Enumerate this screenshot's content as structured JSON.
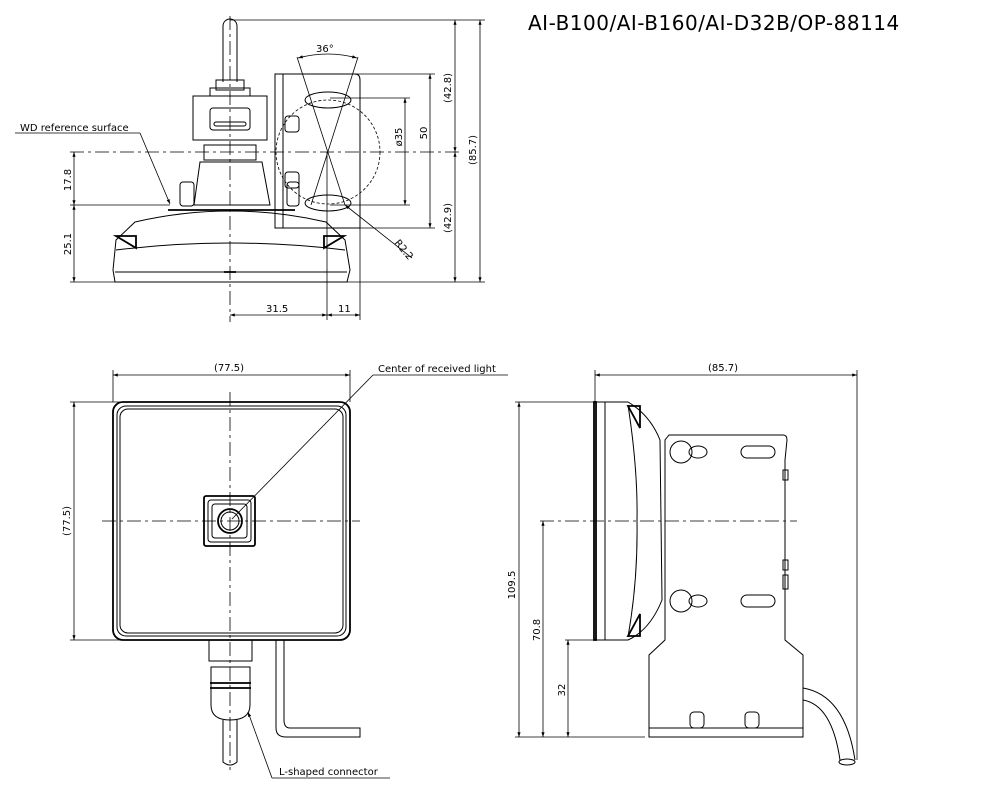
{
  "title": "AI-B100/AI-B160/AI-D32B/OP-88114",
  "top_view": {
    "labels": {
      "wd_reference": "WD reference surface"
    },
    "dims": {
      "angle": "36°",
      "diameter": "ø35",
      "height_50": "50",
      "upper": "(42.8)",
      "lower": "(42.9)",
      "total": "(85.7)",
      "h_17_8": "17.8",
      "h_25_1": "25.1",
      "w_31_5": "31.5",
      "w_11": "11",
      "radius": "R2.2"
    }
  },
  "front_view": {
    "labels": {
      "center_light": "Center of received light",
      "connector": "L-shaped connector"
    },
    "dims": {
      "width": "(77.5)",
      "height": "(77.5)"
    }
  },
  "side_view": {
    "dims": {
      "depth": "(85.7)",
      "h_109_5": "109.5",
      "h_70_8": "70.8",
      "h_32": "32"
    }
  }
}
